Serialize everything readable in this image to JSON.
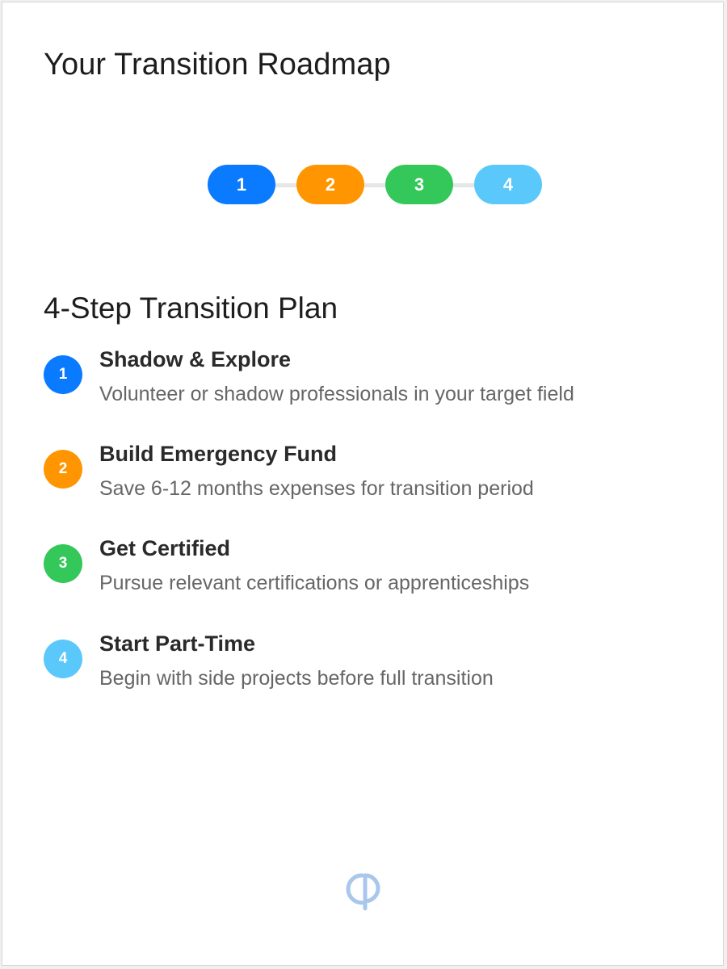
{
  "roadmap": {
    "title": "Your Transition Roadmap"
  },
  "stepper": {
    "steps": [
      {
        "label": "1",
        "color": "#0a7aff"
      },
      {
        "label": "2",
        "color": "#ff9500"
      },
      {
        "label": "3",
        "color": "#34c759"
      },
      {
        "label": "4",
        "color": "#5ac8fa"
      }
    ]
  },
  "plan": {
    "title": "4-Step Transition Plan",
    "items": [
      {
        "number": "1",
        "title": "Shadow & Explore",
        "description": "Volunteer or shadow professionals in your target field",
        "color": "#0a7aff"
      },
      {
        "number": "2",
        "title": "Build Emergency Fund",
        "description": "Save 6-12 months expenses for transition period",
        "color": "#ff9500"
      },
      {
        "number": "3",
        "title": "Get Certified",
        "description": "Pursue relevant certifications or apprenticeships",
        "color": "#34c759"
      },
      {
        "number": "4",
        "title": "Start Part-Time",
        "description": "Begin with side projects before full transition",
        "color": "#5ac8fa"
      }
    ]
  },
  "footer": {
    "logo_icon": "brand-logo-icon",
    "logo_color": "#a9c7ec"
  }
}
